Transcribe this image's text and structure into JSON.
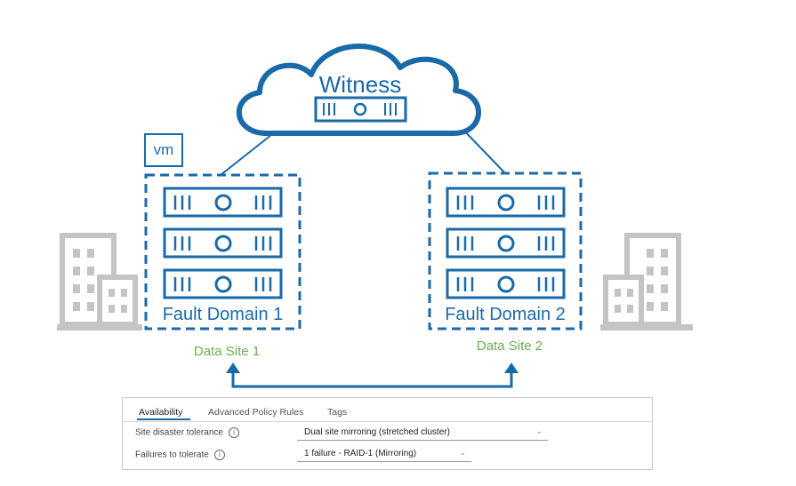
{
  "diagram": {
    "witness_label": "Witness",
    "vm_label": "vm",
    "fault_domain_1": "Fault Domain 1",
    "fault_domain_2": "Fault Domain 2",
    "data_site_1": "Data Site 1",
    "data_site_2": "Data Site 2",
    "colors": {
      "primary": "#1a6aa8",
      "site": "#6ab04c",
      "building": "#c4c4c4"
    }
  },
  "policy": {
    "tabs": [
      {
        "label": "Availability",
        "active": true
      },
      {
        "label": "Advanced Policy Rules",
        "active": false
      },
      {
        "label": "Tags",
        "active": false
      }
    ],
    "site_disaster_tolerance": {
      "label": "Site disaster tolerance",
      "value": "Dual site mirroring (stretched cluster)"
    },
    "failures_to_tolerate": {
      "label": "Failures to tolerate",
      "value": "1 failure - RAID-1 (Mirroring)"
    },
    "info_glyph": "i"
  }
}
